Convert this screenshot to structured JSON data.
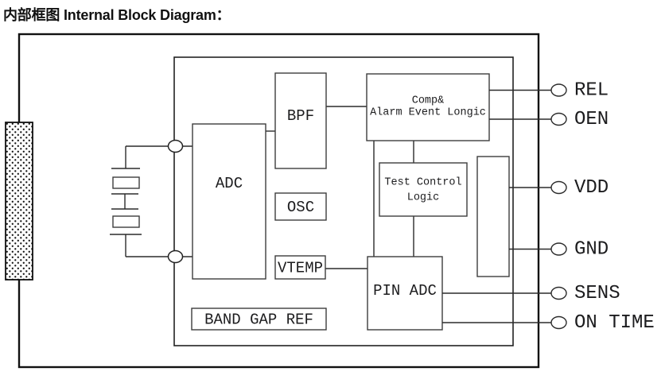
{
  "title": "内部框图 Internal Block Diagram：",
  "blocks": {
    "adc": {
      "label": "ADC"
    },
    "bpf": {
      "label": "BPF"
    },
    "osc": {
      "label": "OSC"
    },
    "vtemp": {
      "label": "VTEMP"
    },
    "band_gap_ref": {
      "label": "BAND GAP REF"
    },
    "comp_alarm": {
      "line1": "Comp&",
      "line2": "Alarm Event Longic"
    },
    "test_control": {
      "line1": "Test Control",
      "line2": "Logic"
    },
    "pin_adc": {
      "label": "PIN ADC"
    }
  },
  "pins": {
    "rel": "REL",
    "oen": "OEN",
    "vdd": "VDD",
    "gnd": "GND",
    "sens": "SENS",
    "on_time": "ON TIME"
  },
  "colors": {
    "background": "#ffffff",
    "outer_border": "#111111",
    "inner_border": "#222222",
    "block_border": "#3d3d3d",
    "wire": "#2b2b2b",
    "text": "#1c1c1e"
  }
}
